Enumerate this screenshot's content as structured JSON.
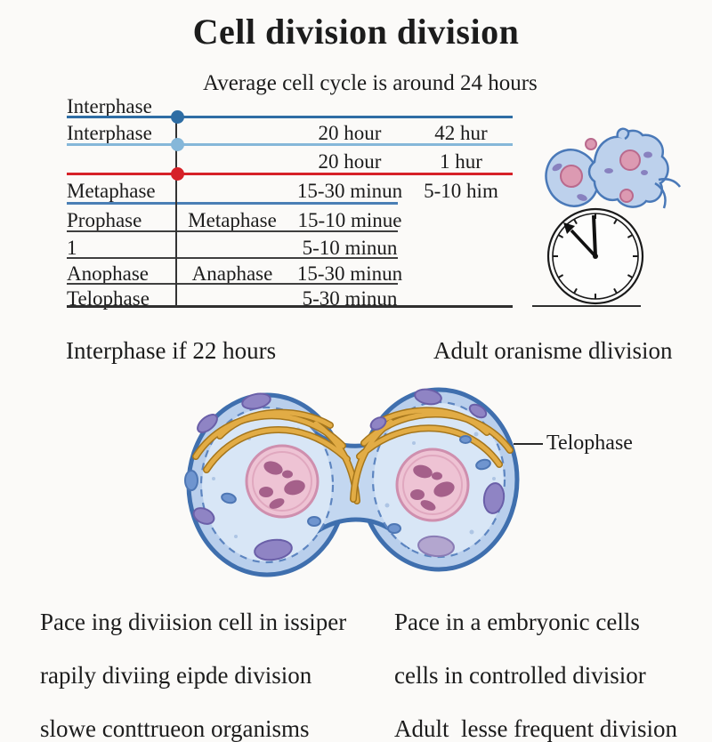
{
  "title": "Cell division division",
  "subtitle": "Average cell cycle is  around 24 hours",
  "colors": {
    "ink": "#1c1c1c",
    "line_dark_blue": "#2e6da4",
    "line_light_blue": "#85b7d9",
    "line_red": "#d62128",
    "line_steel_blue": "#4a7fb5",
    "line_gray": "#3f3f3f",
    "line_dark": "#2f2f2f",
    "cell_fill": "#c9dcf2",
    "cell_outline": "#3f6fae",
    "nucleus_fill": "#eec3d4",
    "nucleus_blob": "#9b5380",
    "spindle_fiber": "#dfa93f",
    "organelle_purple": "#8f84c4",
    "organelle_blue": "#6f95cf"
  },
  "table": {
    "rows": [
      {
        "label": "Interphase",
        "mid": "",
        "duration": "",
        "right": ""
      },
      {
        "label": "Interphase",
        "mid": "",
        "duration": "20 hour",
        "right": "42 hur"
      },
      {
        "label": "",
        "mid": "",
        "duration": "20 hour",
        "right": "1 hur"
      },
      {
        "label": "Metaphase",
        "mid": "",
        "duration": "15-30 minun",
        "right": "5-10 him"
      },
      {
        "label": "Prophase",
        "mid": "Metaphase",
        "duration": "15-10 minue",
        "right": ""
      },
      {
        "label": "1",
        "mid": "",
        "duration": "5-10 minun",
        "right": ""
      },
      {
        "label": "Anophase",
        "mid": "Anaphase",
        "duration": "15-30 minun",
        "right": ""
      },
      {
        "label": "Telophase",
        "mid": "",
        "duration": "5-30 minun",
        "right": ""
      }
    ]
  },
  "annotations": {
    "left_note": "Interphase if 22 hours",
    "right_note": "Adult oranisme dlivision",
    "cell_label": "Telophase"
  },
  "clock": {
    "time_shown": "10:00 approx",
    "hands": [
      "minute-to-12",
      "hour-to-10-arrow"
    ]
  },
  "captions": {
    "left": [
      "Pace ing diviision cell in issiper",
      "rapily diviing eipde division",
      "slowe conttrueon organisms"
    ],
    "right": [
      "Pace in a embryonic cells",
      "cells in controlled divisior",
      "Adult  lesse frequent division"
    ]
  }
}
